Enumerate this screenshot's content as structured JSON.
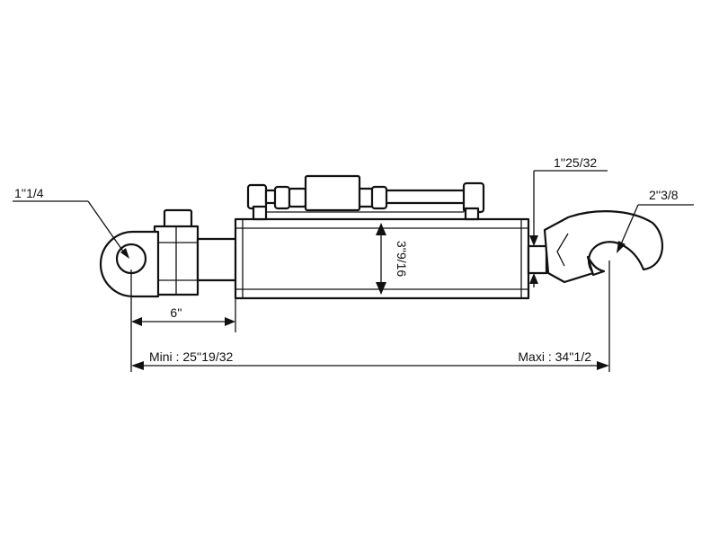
{
  "dimensions": {
    "pin_left_diameter": "1''1/4",
    "rod_extension": "6''",
    "cylinder_diameter": "3''9/16",
    "rod_diameter": "1''25/32",
    "hook_diameter": "2''3/8",
    "length_min": "Mini : 25''19/32",
    "length_max": "Maxi : 34''1/2"
  },
  "colors": {
    "line": "#111111",
    "background": "#ffffff"
  }
}
